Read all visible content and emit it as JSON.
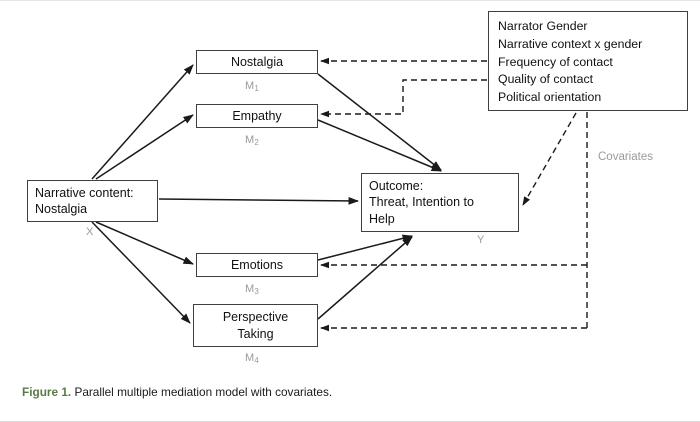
{
  "figure": {
    "caption_label": "Figure 1.",
    "caption_text": " Parallel multiple mediation model with covariates.",
    "caption_accent_color": "#5c7a47"
  },
  "diagram": {
    "type": "path-model",
    "predictor": {
      "name": "narrative-content",
      "label": "Narrative content:\nNostalgia",
      "var": "X"
    },
    "mediators": [
      {
        "name": "nostalgia",
        "label": "Nostalgia",
        "var": "M",
        "sub": "1"
      },
      {
        "name": "empathy",
        "label": "Empathy",
        "var": "M",
        "sub": "2"
      },
      {
        "name": "emotions",
        "label": "Emotions",
        "var": "M",
        "sub": "3"
      },
      {
        "name": "perspective-taking",
        "label": "Perspective\nTaking",
        "var": "M",
        "sub": "4"
      }
    ],
    "outcome": {
      "name": "outcome",
      "label": "Outcome:\nThreat, Intention to\nHelp",
      "var": "Y"
    },
    "covariates": {
      "caption": "Covariates",
      "items": [
        "Narrator Gender",
        "Narrative context x gender",
        "Frequency of contact",
        "Quality of contact",
        "Political orientation"
      ]
    },
    "colors": {
      "box_border": "#3f3f3f",
      "arrow": "#1a1a1a",
      "var_label": "#9a9a9a",
      "background": "#ffffff"
    }
  }
}
